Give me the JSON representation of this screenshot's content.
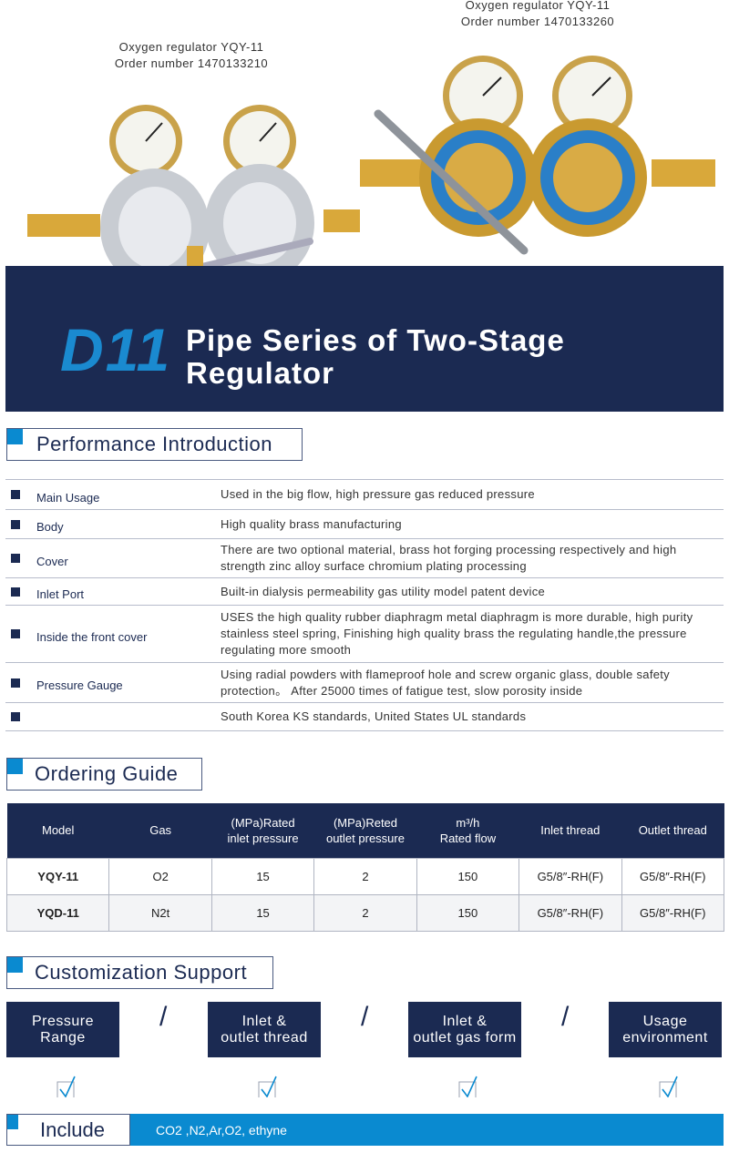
{
  "products": [
    {
      "name": "Oxygen regulator YQY-11",
      "order": "Order number 1470133210"
    },
    {
      "name": "Oxygen regulator YQY-11",
      "order": "Order number 1470133260"
    }
  ],
  "banner": {
    "code": "D11",
    "title_line1": "Pipe Series of Two-Stage",
    "title_line2": "Regulator"
  },
  "performance": {
    "title": "Performance Introduction",
    "rows": [
      {
        "label": "Main Usage",
        "value": "Used in the big flow, high pressure gas reduced pressure"
      },
      {
        "label": "Body",
        "value": "High quality brass manufacturing"
      },
      {
        "label": "Cover",
        "value": "There are two optional material, brass hot forging processing respectively and high strength zinc alloy surface chromium plating processing"
      },
      {
        "label": "Inlet Port",
        "value": "Built-in dialysis permeability gas utility model patent device"
      },
      {
        "label": "Inside the front cover",
        "value": "USES the high quality rubber diaphragm metal diaphragm is more durable, high purity stainless steel spring, Finishing high quality brass the regulating handle,the pressure regulating more smooth"
      },
      {
        "label": "Pressure Gauge",
        "value": "Using radial powders with flameproof hole and screw organic glass, double safety protection。 After 25000 times of fatigue test, slow porosity inside"
      },
      {
        "label": "",
        "value": "South Korea KS standards, United States UL standards"
      }
    ]
  },
  "ordering": {
    "title": "Ordering Guide",
    "headers": [
      [
        "Model"
      ],
      [
        "Gas"
      ],
      [
        "(MPa)Rated",
        "inlet pressure"
      ],
      [
        "(MPa)Reted",
        "outlet pressure"
      ],
      [
        "m³/h",
        "Rated flow"
      ],
      [
        "Inlet thread"
      ],
      [
        "Outlet thread"
      ]
    ],
    "rows": [
      [
        "YQY-11",
        "O2",
        "15",
        "2",
        "150",
        "G5/8″-RH(F)",
        "G5/8″-RH(F)"
      ],
      [
        "YQD-11",
        "N2t",
        "15",
        "2",
        "150",
        "G5/8″-RH(F)",
        "G5/8″-RH(F)"
      ]
    ]
  },
  "customization": {
    "title": "Customization Support",
    "separator": "/",
    "options": [
      [
        "Pressure",
        "Range"
      ],
      [
        "Inlet &",
        "outlet thread"
      ],
      [
        "Inlet &",
        "outlet gas form"
      ],
      [
        "Usage",
        "environment"
      ]
    ]
  },
  "include": {
    "label": "Include",
    "value": "CO2 ,N2,Ar,O2, ethyne"
  },
  "colors": {
    "navy": "#1b2a52",
    "blue": "#0a8ad0"
  }
}
